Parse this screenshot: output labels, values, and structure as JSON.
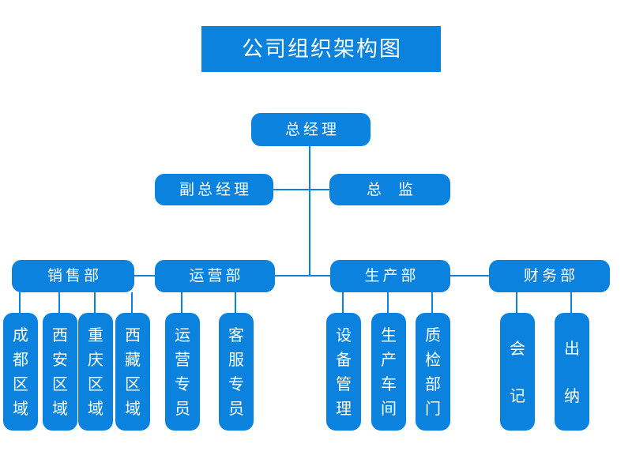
{
  "title": "公司组织架构图",
  "colors": {
    "primary": "#0b82dd",
    "text": "#ffffff",
    "background": "#ffffff"
  },
  "org": {
    "root": {
      "label": "总经理"
    },
    "level2": [
      {
        "label": "副总经理"
      },
      {
        "label": "总监"
      }
    ],
    "departments": [
      {
        "label": "销售部",
        "children": [
          "成都区域",
          "西安区域",
          "重庆区域",
          "西藏区域"
        ]
      },
      {
        "label": "运营部",
        "children": [
          "运营专员",
          "客服专员"
        ]
      },
      {
        "label": "生产部",
        "children": [
          "设备管理",
          "生产车间",
          "质检部门"
        ]
      },
      {
        "label": "财务部",
        "children": [
          "会记",
          "出纳"
        ]
      }
    ]
  }
}
